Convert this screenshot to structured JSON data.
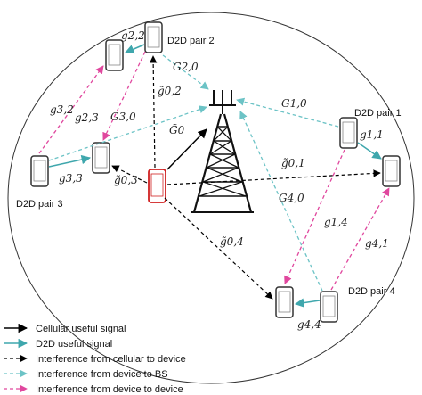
{
  "colors": {
    "cellular_signal": "#000000",
    "d2d_signal": "#3fa7ad",
    "cell_to_device": "#000000",
    "device_to_bs": "#6cc3c6",
    "device_to_device": "#e0479e",
    "cellular_phone": "#d02020",
    "d2d_phone": "#333333",
    "cell_boundary": "#333333"
  },
  "pair_labels": {
    "p1": "D2D pair 1",
    "p2": "D2D pair 2",
    "p3": "D2D pair 3",
    "p4": "D2D pair 4"
  },
  "math": {
    "g22": "g2,2",
    "G20": "G2,0",
    "g02": "g̃0,2",
    "G0": "G̃0",
    "G10": "G1,0",
    "g32": "g3,2",
    "g23": "g2,3",
    "G30": "G3,0",
    "g11": "g1,1",
    "g01": "g̃0,1",
    "g33": "g3,3",
    "g03": "g̃0,3",
    "G40": "G4,0",
    "g14": "g1,4",
    "g41": "g4,1",
    "g04": "g̃0,4",
    "g44": "g4,4"
  },
  "legend": [
    {
      "label": "Cellular useful signal",
      "style": "solid",
      "color": "#000000"
    },
    {
      "label": "D2D useful signal",
      "style": "solid",
      "color": "#3fa7ad"
    },
    {
      "label": "Interference from cellular to device",
      "style": "dashed",
      "color": "#000000"
    },
    {
      "label": "Interference from device to BS",
      "style": "dashed",
      "color": "#6cc3c6"
    },
    {
      "label": "Interference from device to device",
      "style": "dashed",
      "color": "#e0479e"
    }
  ]
}
